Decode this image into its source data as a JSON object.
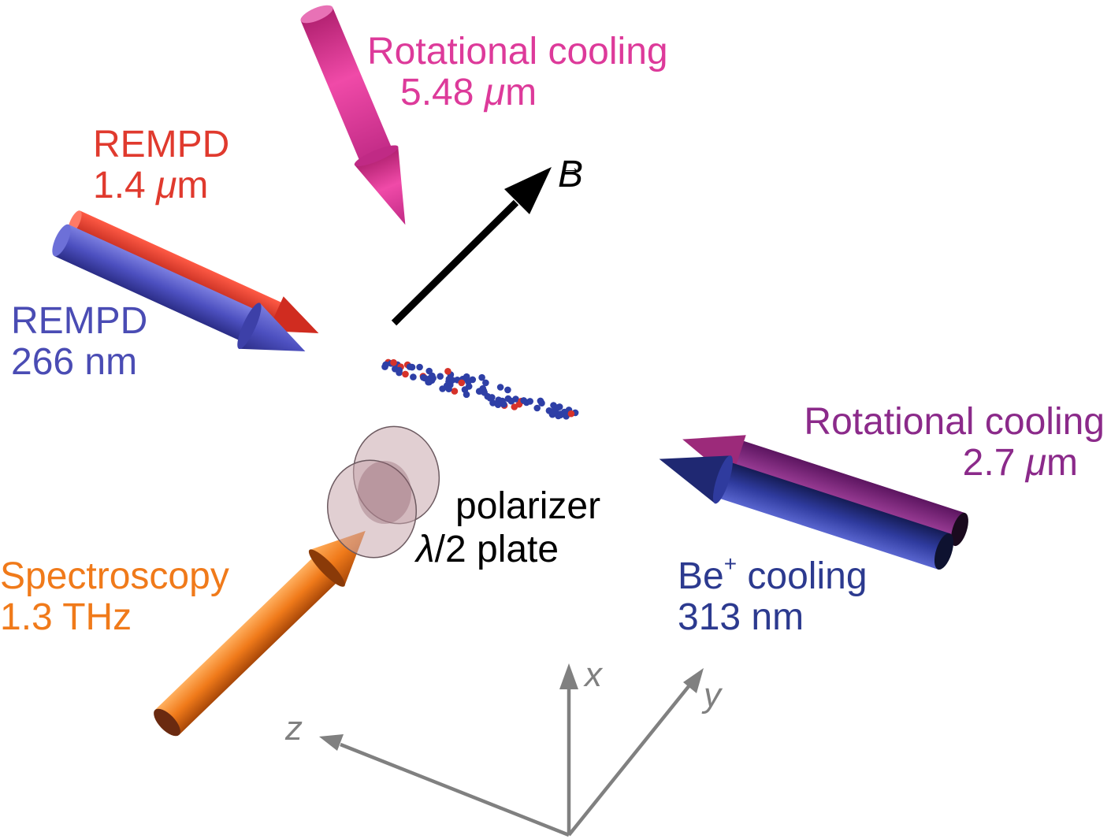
{
  "labels": {
    "rot_cooling_top": {
      "line1": "Rotational cooling",
      "line2_num": "5.48 ",
      "line2_unit_it": "μ",
      "line2_unit": "m"
    },
    "rempd_red": {
      "line1": "REMPD",
      "line2_num": "1.4 ",
      "line2_unit_it": "μ",
      "line2_unit": "m"
    },
    "rempd_blue": {
      "line1": "REMPD",
      "line2": "266 nm"
    },
    "rot_cooling_right": {
      "line1": "Rotational cooling",
      "line2_num": "2.7 ",
      "line2_unit_it": "μ",
      "line2_unit": "m"
    },
    "be_cooling": {
      "line1_a": "Be",
      "line1_sup": "+",
      "line1_b": " cooling",
      "line2": "313 nm"
    },
    "spectroscopy": {
      "line1": "Spectroscopy",
      "line2": "1.3 THz"
    },
    "polarizer": "polarizer",
    "half_wave": {
      "lambda": "λ",
      "rest": "/2 plate"
    },
    "b_field": "B",
    "axes": {
      "x": "x",
      "y": "y",
      "z": "z"
    }
  },
  "colors": {
    "magenta": "#dd3a9a",
    "red": "#e03a2e",
    "blue": "#4a4cb4",
    "purple": "#8b2a8a",
    "navy": "#2c3a8f",
    "orange": "#f07a1a",
    "black": "#000000",
    "axis_gray": "#808080"
  }
}
